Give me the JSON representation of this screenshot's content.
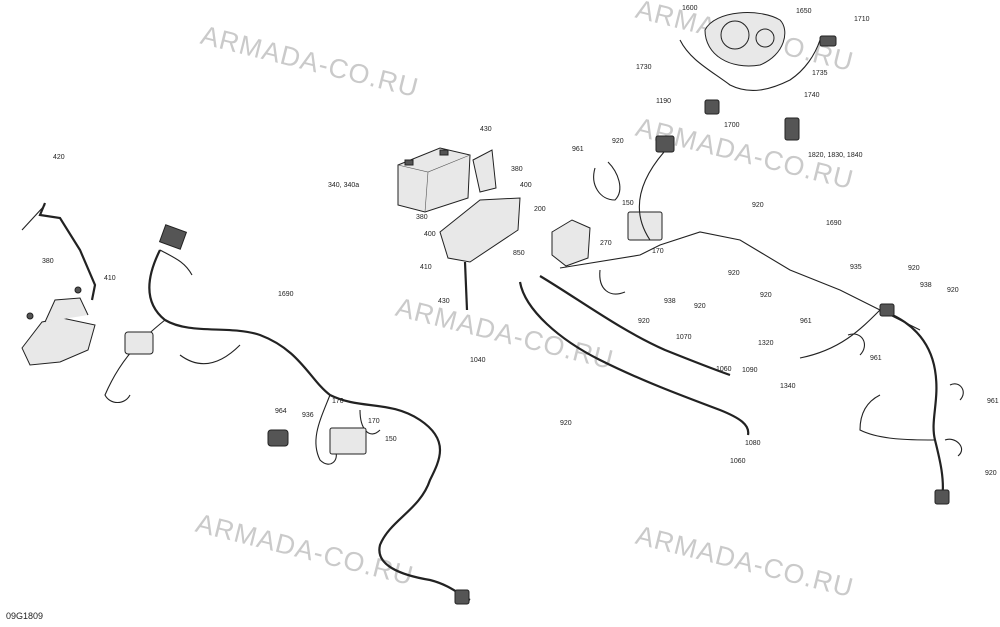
{
  "watermark": "ARMADA-CO.RU",
  "diagram_code": "09G1809",
  "labels": [
    "420",
    "380",
    "410",
    "1690",
    "964",
    "936",
    "170",
    "170",
    "150",
    "430",
    "380",
    "400",
    "340, 340a",
    "380",
    "400",
    "200",
    "410",
    "850",
    "430",
    "961",
    "920",
    "150",
    "270",
    "170",
    "1690",
    "920",
    "920",
    "938",
    "920",
    "920",
    "1040",
    "1070",
    "1060",
    "1090",
    "920",
    "1080",
    "1060",
    "1600",
    "1650",
    "1710",
    "1730",
    "1735",
    "1190",
    "1700",
    "1740",
    "1820, 1830, 1840",
    "935",
    "920",
    "938",
    "920",
    "920",
    "961",
    "961",
    "1320",
    "1340",
    "961",
    "920"
  ]
}
